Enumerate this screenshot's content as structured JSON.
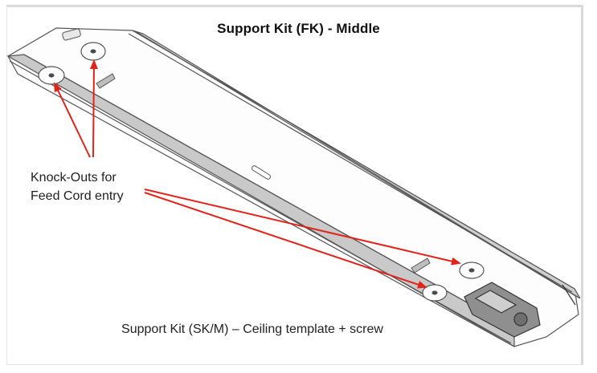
{
  "title": "Support Kit (FK) - Middle",
  "callout": {
    "line1": "Knock-Outs for",
    "line2": "Feed Cord entry"
  },
  "footer": "Support Kit (SK/M) – Ceiling template + screw",
  "colors": {
    "arrow": "#e2231a",
    "outline": "#555555",
    "part_fill": "#9a9a9a"
  }
}
